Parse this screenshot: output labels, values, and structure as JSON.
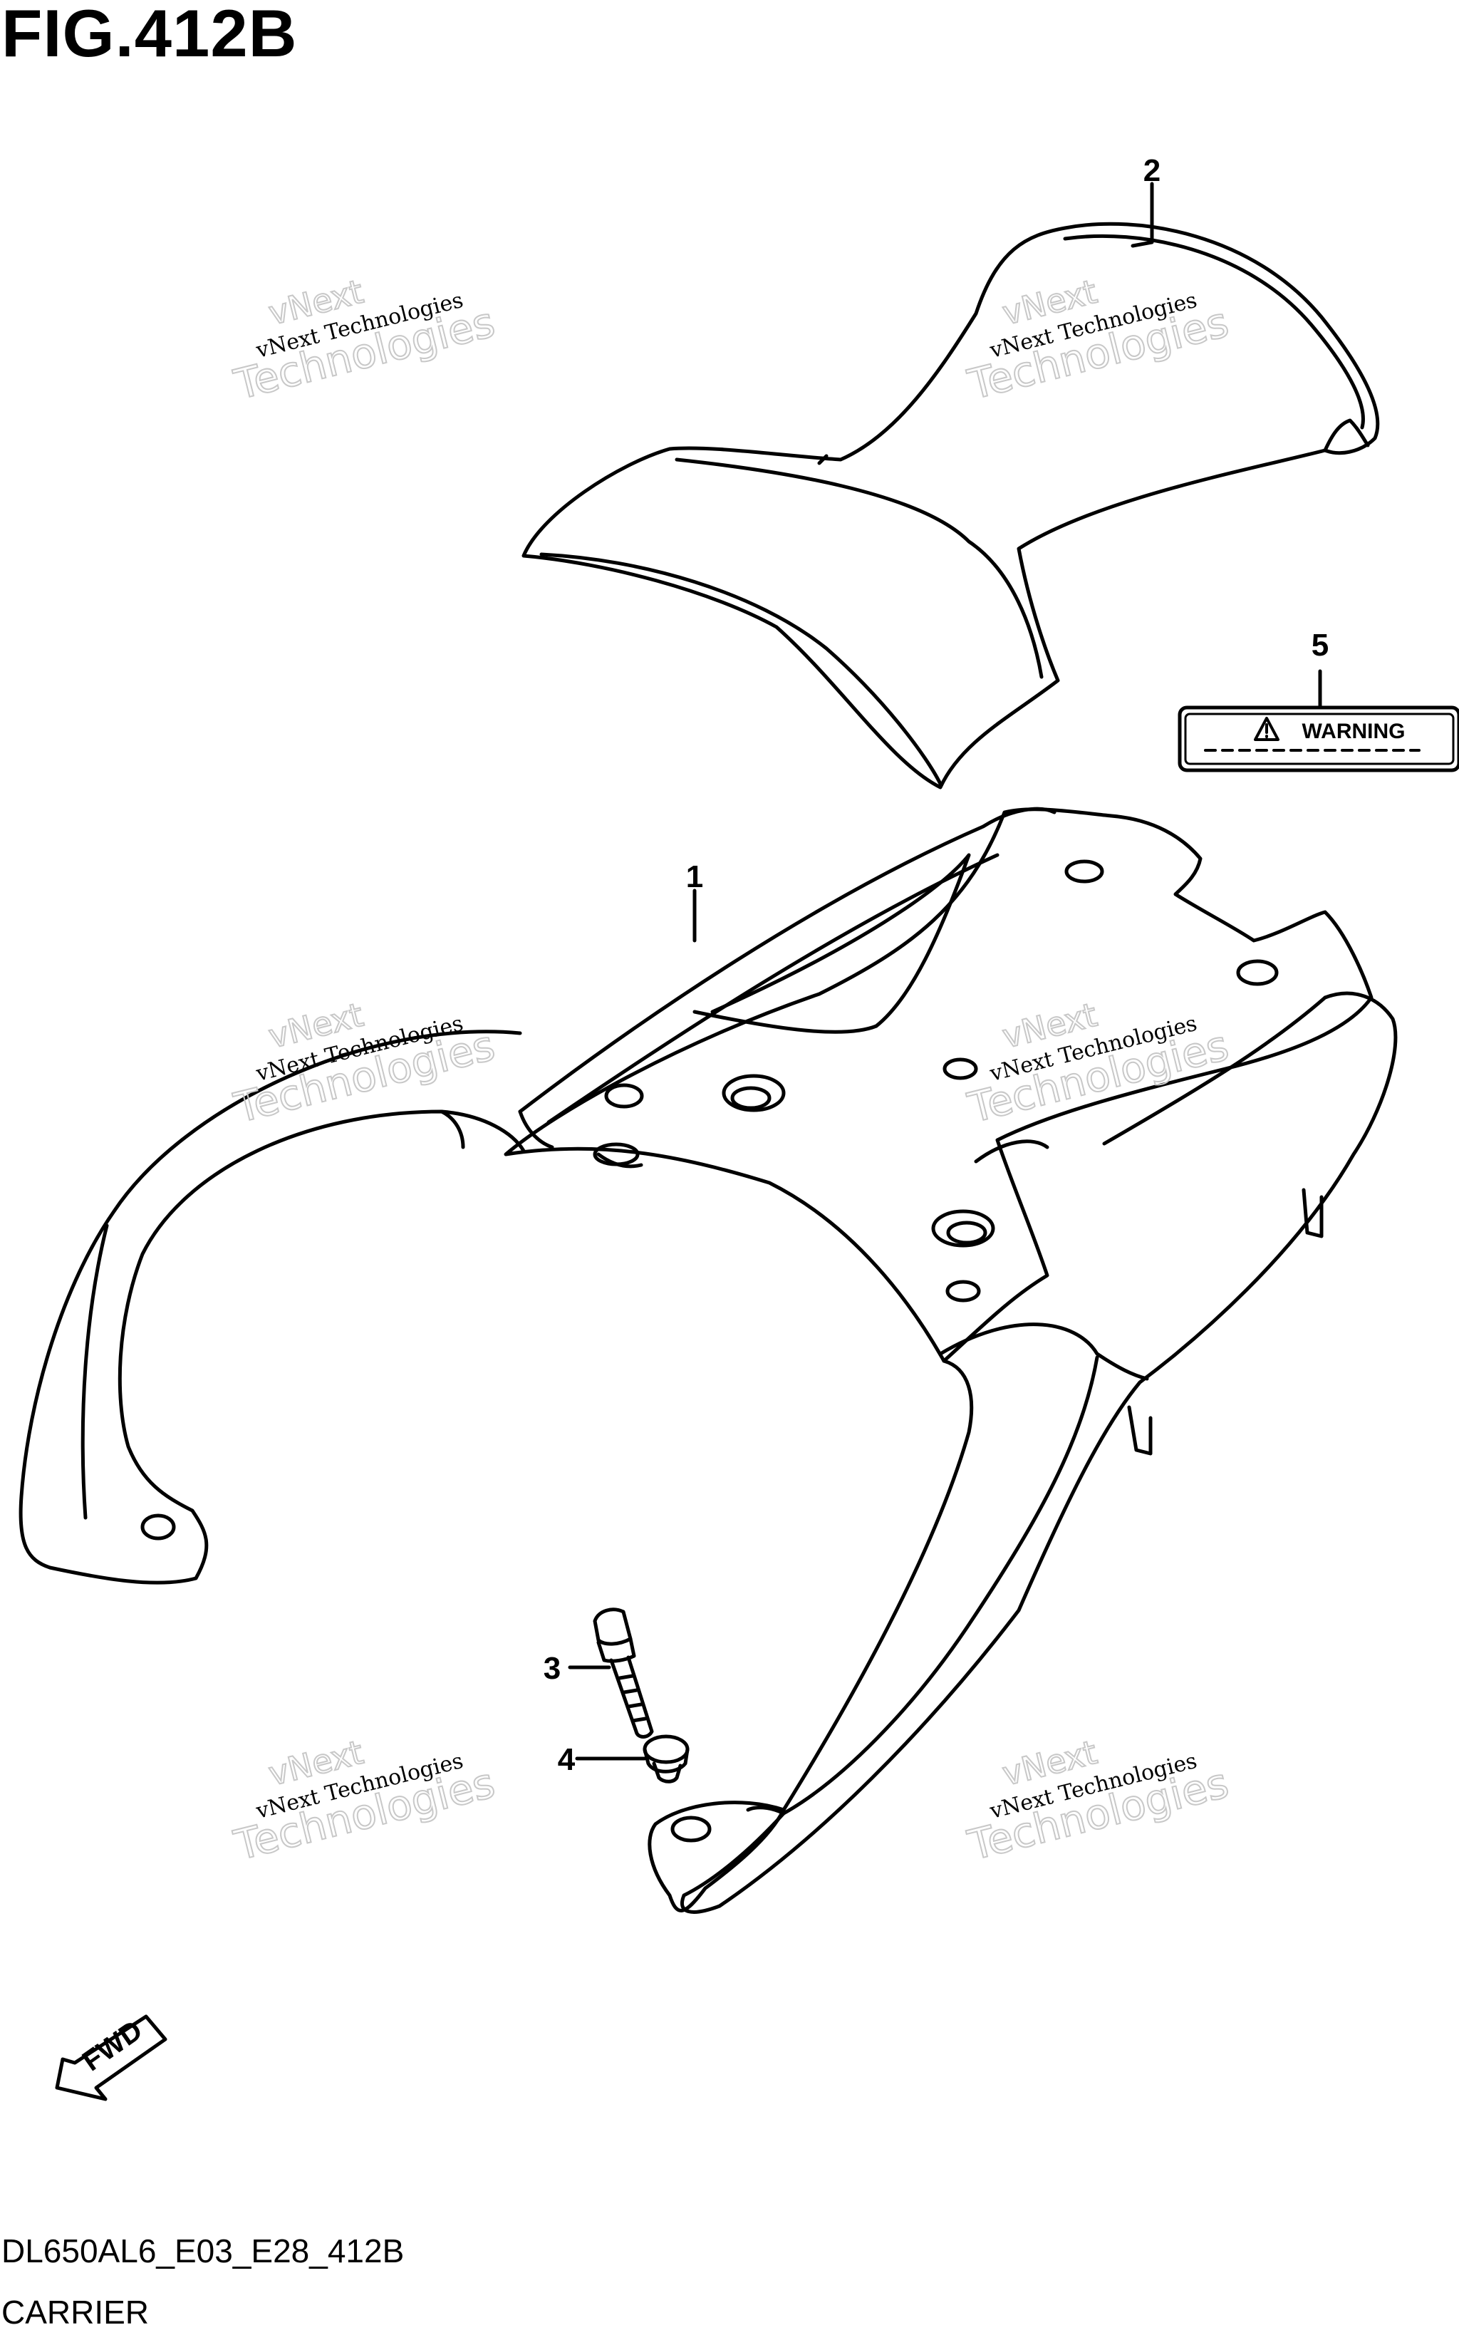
{
  "figure": {
    "title": "FIG.412B",
    "code": "DL650AL6_E03_E28_412B",
    "name": "CARRIER"
  },
  "callouts": [
    {
      "number": "1",
      "part": "carrier"
    },
    {
      "number": "2",
      "part": "cover"
    },
    {
      "number": "3",
      "part": "bolt"
    },
    {
      "number": "4",
      "part": "washer"
    },
    {
      "number": "5",
      "part": "warning-label"
    }
  ],
  "label": {
    "text": "WARNING"
  },
  "direction": {
    "text": "FWD"
  },
  "watermark": {
    "line1": "vNext Technologies",
    "line2": "Technologies",
    "line3": "vNext"
  }
}
